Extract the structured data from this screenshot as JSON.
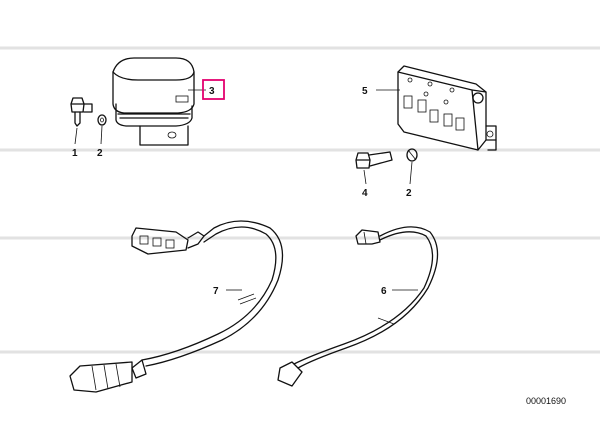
{
  "labels": {
    "p1": "1",
    "p2a": "2",
    "p3": "3",
    "p5": "5",
    "p4": "4",
    "p2b": "2",
    "p7": "7",
    "p6": "6"
  },
  "drawing_number": "00001690",
  "colors": {
    "highlight": "#e4006f",
    "line": "#111111"
  }
}
